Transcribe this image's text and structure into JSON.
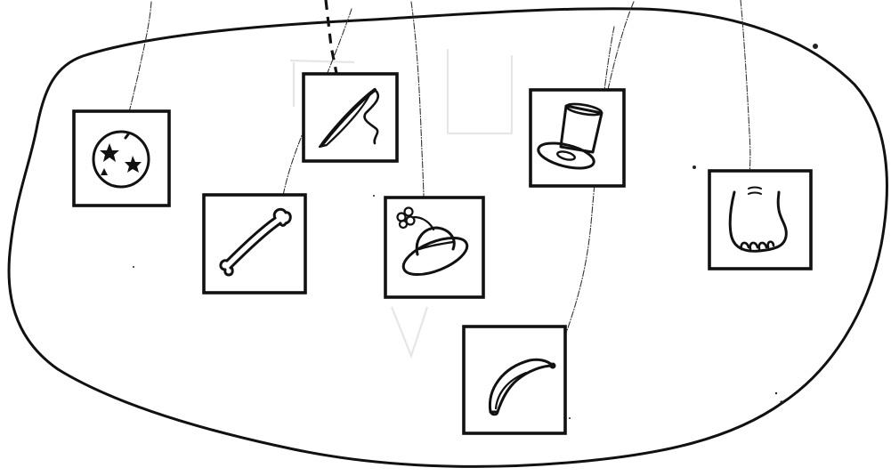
{
  "diagram": {
    "region": "blob-outline",
    "items": [
      {
        "id": "ball",
        "icon": "ball-with-stars-icon"
      },
      {
        "id": "wand",
        "icon": "wand-icon"
      },
      {
        "id": "top-hat",
        "icon": "top-hat-icon"
      },
      {
        "id": "bone",
        "icon": "bone-icon"
      },
      {
        "id": "flower-hat",
        "icon": "hat-with-flower-icon"
      },
      {
        "id": "foot",
        "icon": "foot-icon"
      },
      {
        "id": "banana",
        "icon": "banana-icon"
      }
    ],
    "connections": [
      {
        "to": "ball",
        "style": "thin-dotted"
      },
      {
        "to": "wand",
        "style": "dashed"
      },
      {
        "to": "bone",
        "style": "thin-dotted"
      },
      {
        "to": "flower-hat",
        "style": "thin-dotted"
      },
      {
        "to": "top-hat",
        "style": "thin-dotted"
      },
      {
        "to": "banana",
        "style": "thin-dotted"
      },
      {
        "to": "foot",
        "style": "thin-dotted"
      }
    ],
    "colors": {
      "ink": "#111111",
      "paper": "#ffffff"
    }
  }
}
